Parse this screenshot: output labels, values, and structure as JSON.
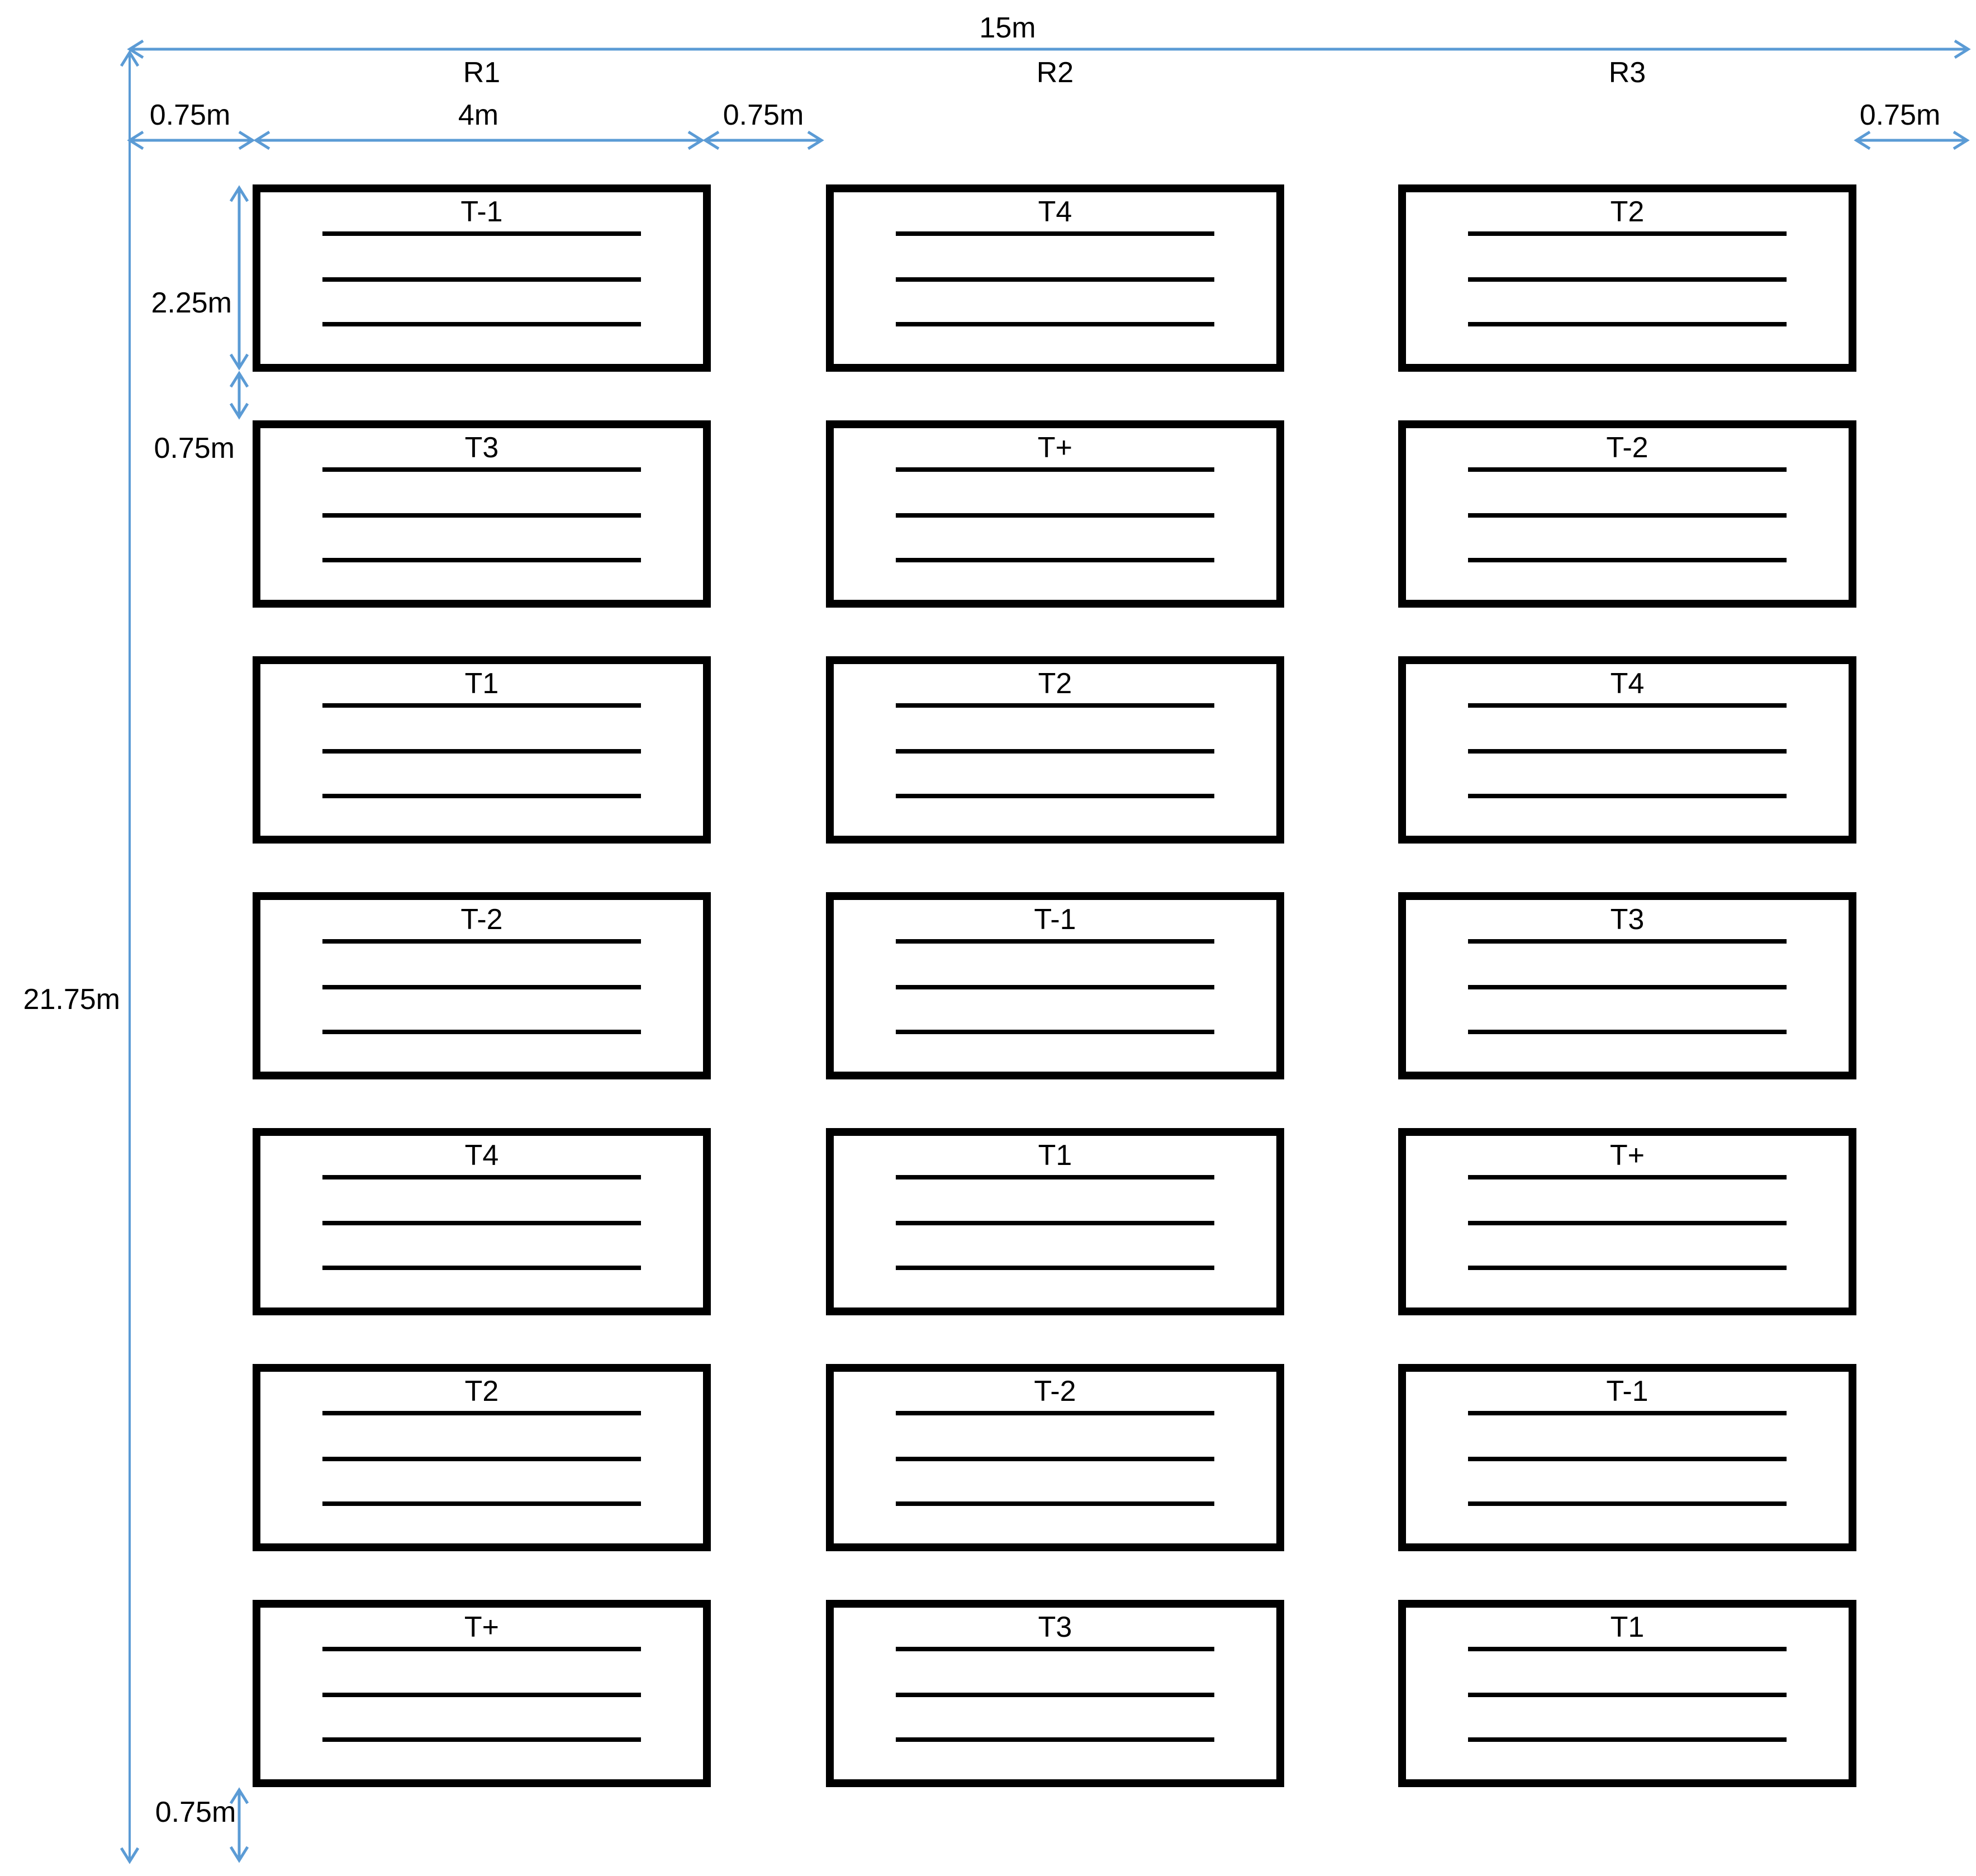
{
  "figure": {
    "type": "field-plot-layout-diagram",
    "description": "Randomized field layout with 3 replications and 7 treatment plots each"
  },
  "dimensions": {
    "total_width": "15m",
    "total_height": "21.75m",
    "plot_width": "4m",
    "plot_height": "2.25m",
    "left_margin": "0.75m",
    "column_gap": "0.75m",
    "right_margin": "0.75m",
    "row_gap": "0.75m",
    "bottom_margin": "0.75m"
  },
  "replications": [
    {
      "label": "R1",
      "plots": [
        "T-1",
        "T3",
        "T1",
        "T-2",
        "T4",
        "T2",
        "T+"
      ]
    },
    {
      "label": "R2",
      "plots": [
        "T4",
        "T+",
        "T2",
        "T-1",
        "T1",
        "T-2",
        "T3"
      ]
    },
    {
      "label": "R3",
      "plots": [
        "T2",
        "T-2",
        "T4",
        "T3",
        "T+",
        "T-1",
        "T1"
      ]
    }
  ],
  "colors": {
    "dimension_line": "#5B9BD5",
    "plot_border": "#000000",
    "background": "#FFFFFF"
  }
}
